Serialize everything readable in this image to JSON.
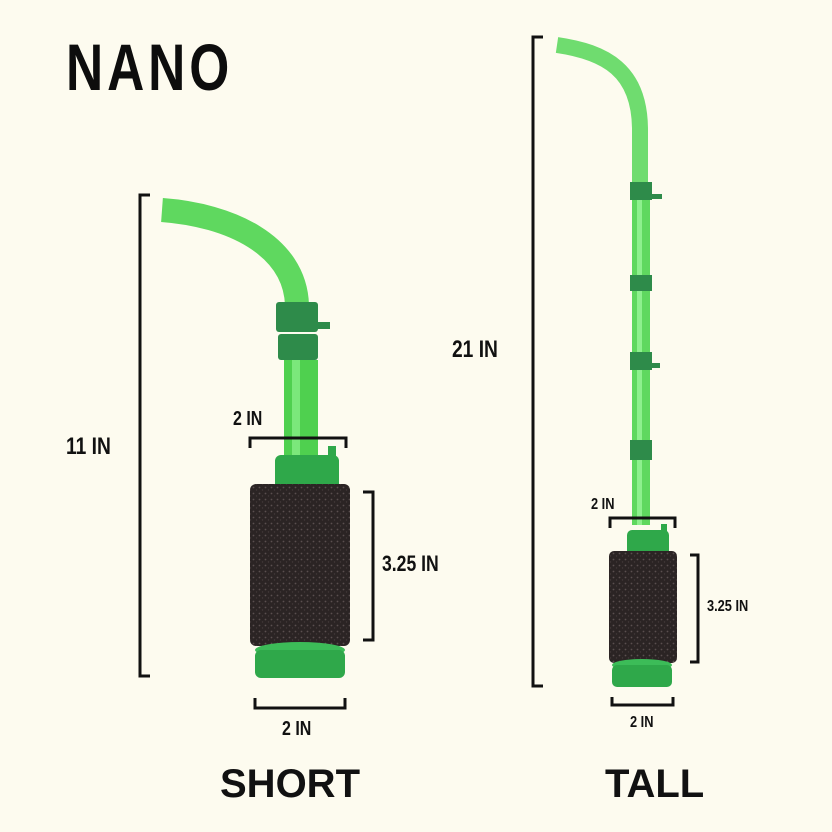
{
  "title": "NANO",
  "colors": {
    "background": "#fdfbef",
    "tube_green": "#5fd85f",
    "fitting_green": "#2e8b4a",
    "base_green": "#2fa84a",
    "sponge": "#2b2424",
    "ink": "#111111"
  },
  "short": {
    "caption": "SHORT",
    "height_label": "11 IN",
    "top_width_label": "2 IN",
    "sponge_height_label": "3.25 IN",
    "base_width_label": "2 IN"
  },
  "tall": {
    "caption": "TALL",
    "height_label": "21 IN",
    "top_width_label": "2 IN",
    "sponge_height_label": "3.25 IN",
    "base_width_label": "2 IN"
  }
}
